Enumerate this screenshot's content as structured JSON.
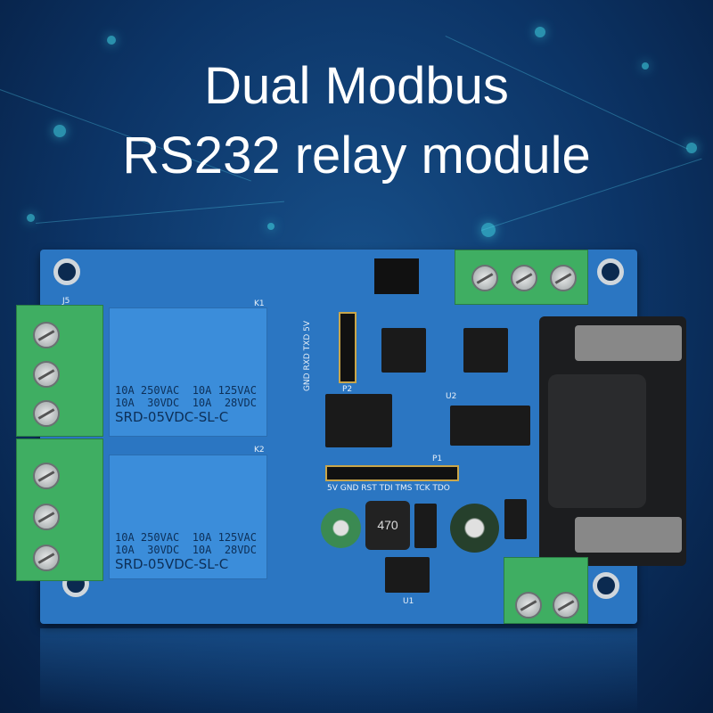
{
  "title": {
    "line1": "Dual Modbus",
    "line2": "RS232 relay module"
  },
  "relays": [
    {
      "rating1": "10A 250VAC  10A 125VAC",
      "rating2": "10A  30VDC  10A  28VDC",
      "model": "SRD-05VDC-SL-C",
      "ref": "K1"
    },
    {
      "rating1": "10A 250VAC  10A 125VAC",
      "rating2": "10A  30VDC  10A  28VDC",
      "model": "SRD-05VDC-SL-C",
      "ref": "K2"
    }
  ],
  "silkscreen": {
    "header_p2": "GND RXD TXD 5V",
    "p2": "P2",
    "header_p1": "5V GND RST TDI TMS TCK TDO",
    "p1": "P1",
    "j5": "J5",
    "u1": "U1",
    "u2": "U2",
    "inductor": "470"
  },
  "colors": {
    "board": "#2b76c2",
    "terminal": "#3fae62",
    "relay": "#3b8dda",
    "background": "#0c3466",
    "title": "#ffffff"
  }
}
